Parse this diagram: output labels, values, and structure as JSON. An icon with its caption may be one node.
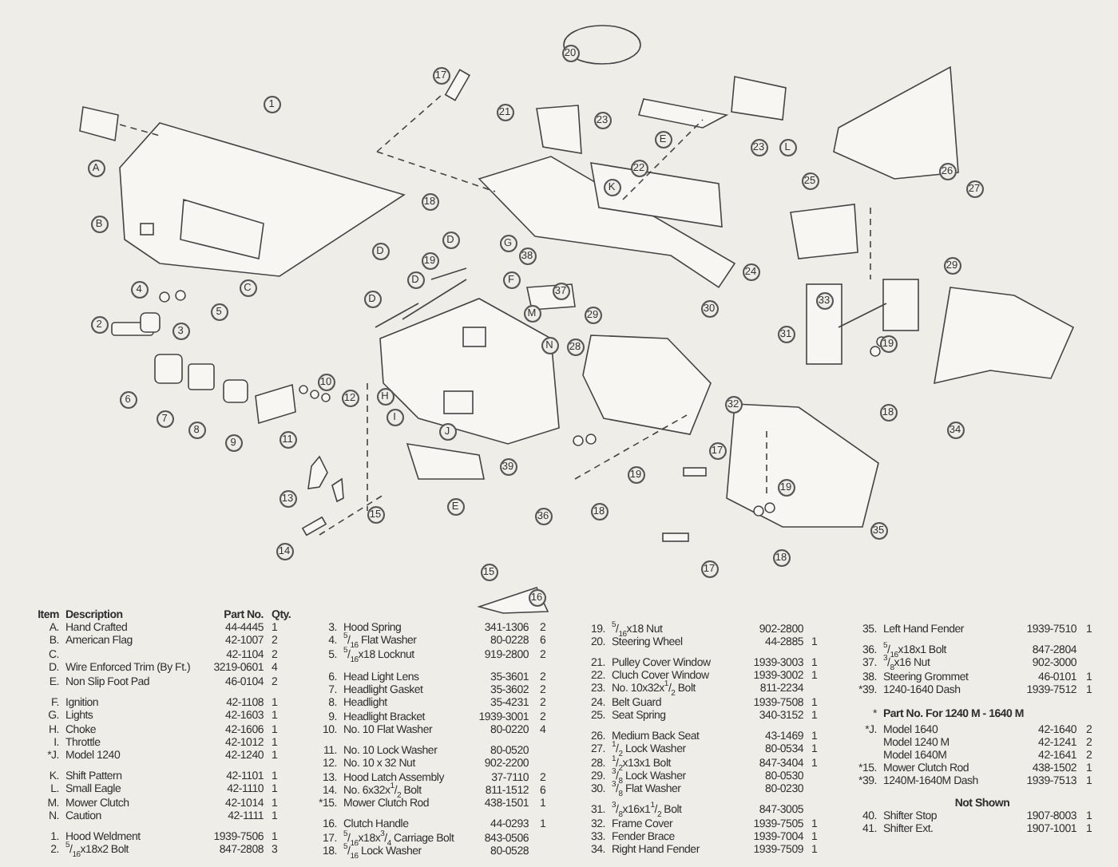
{
  "diagram": {
    "labels": [
      "17",
      "20",
      "1",
      "21",
      "23",
      "E",
      "23",
      "L",
      "A",
      "22",
      "26",
      "25",
      "K",
      "27",
      "18",
      "B",
      "D",
      "G",
      "19",
      "D",
      "38",
      "29",
      "24",
      "4",
      "C",
      "D",
      "F",
      "37",
      "5",
      "D",
      "M",
      "29",
      "30",
      "33",
      "2",
      "3",
      "31",
      "N",
      "28",
      "19",
      "6",
      "10",
      "12",
      "H",
      "32",
      "18",
      "7",
      "I",
      "8",
      "9",
      "11",
      "J",
      "34",
      "17",
      "39",
      "19",
      "19",
      "13",
      "E",
      "18",
      "15",
      "36",
      "35",
      "14",
      "18",
      "17",
      "15",
      "16",
      "Item",
      "Description",
      "Part No.",
      "Qty.",
      "A.",
      "Hand Crafted",
      "44-4445",
      "1",
      "B.",
      "American Flag",
      "42-1007",
      "2",
      "C.",
      "42-1104",
      "2",
      "D.",
      "Wire Enforced Trim (By Ft.)",
      "3219-0601",
      "4",
      "E.",
      "Non Slip Foot Pad",
      "46-0104",
      "2",
      "F.",
      "Ignition",
      "42-1108",
      "1",
      "G.",
      "Lights",
      "42-1603",
      "1",
      "H.",
      "Choke",
      "42-1606",
      "1",
      "I.",
      "Throttle",
      "42-1012",
      "1",
      "*J.",
      "Model 1240",
      "42-1240",
      "1",
      "K.",
      "Shift Pattern",
      "42-1101",
      "1",
      "L.",
      "Small Eagle",
      "42-1110",
      "1",
      "M.",
      "Mower Clutch",
      "42-1014",
      "1",
      "N.",
      "Caution",
      "42-1111",
      "1",
      "1.",
      "Hood Weldment",
      "1939-7506",
      "1",
      "2.",
      "$^{5}$/$_{16}$x18x2 Bolt",
      "847-2808",
      "3",
      "3.",
      "Hood Spring",
      "341-1306",
      "2",
      "4.",
      "$^{5}$/$_{16}$ Flat Washer",
      "80-0228",
      "6",
      "5.",
      "$^{5}$/$_{16}$x18 Locknut",
      "919-2800",
      "2",
      "6.",
      "Head Light Lens",
      "35-3601",
      "2",
      "7.",
      "Headlight Gasket",
      "35-3602",
      "2",
      "8.",
      "Headlight",
      "35-4231",
      "2",
      "9.",
      "Headlight Bracket",
      "1939-3001",
      "2",
      "10.",
      "No. 10 Flat Washer",
      "80-0220",
      "4",
      "11.",
      "No. 10 Lock Washer",
      "80-0520",
      "12.",
      "No. 10 x 32 Nut",
      "902-2200",
      "13.",
      "Hood Latch Assembly",
      "37-7110",
      "2",
      "14.",
      "No. 6x32x$^{1}$/$_{2}$ Bolt",
      "811-1512",
      "6",
      "*15.",
      "Mower Clutch Rod",
      "438-1501",
      "1",
      "16.",
      "Clutch Handle",
      "44-0293",
      "1",
      "17.",
      "$^{5}$/$_{16}$x18x$^{3}$/$_{4}$ Carriage Bolt",
      "843-0506",
      "18.",
      "$^{5}$/$_{16}$ Lock Washer",
      "80-0528",
      "19.",
      "$^{5}$/$_{16}$x18 Nut",
      "902-2800",
      "20.",
      "Steering Wheel",
      "44-2885",
      "1",
      "21.",
      "Pulley Cover Window",
      "1939-3003",
      "1",
      "22.",
      "Cluch Cover Window",
      "1939-3002",
      "1",
      "23.",
      "No. 10x32x$^{1}$/$_{2}$ Bolt",
      "811-2234",
      "24.",
      "Belt Guard",
      "1939-7508",
      "1",
      "25.",
      "Seat Spring",
      "340-3152",
      "1",
      "26.",
      "Medium Back Seat",
      "43-1469",
      "1",
      "27.",
      "$^{1}$/$_{2}$ Lock Washer",
      "80-0534",
      "1",
      "28.",
      "$^{1}$/$_{2}$x13x1 Bolt",
      "847-3404",
      "1",
      "29.",
      "$^{3}$/$_{8}$ Lock Washer",
      "80-0530",
      "30.",
      "$^{3}$/$_{8}$ Flat Washer",
      "80-0230",
      "31.",
      "$^{3}$/$_{8}$x16x1$^{1}$/$_{2}$ Bolt",
      "847-3005",
      "32.",
      "Frame Cover",
      "1939-7505",
      "1",
      "33.",
      "Fender Brace",
      "1939-7004",
      "1",
      "34.",
      "Right Hand Fender",
      "1939-7509",
      "1",
      "35.",
      "Left Hand Fender",
      "1939-7510",
      "1",
      "36.",
      "$^{5}$/$_{16}$x18x1 Bolt",
      "847-2804",
      "37.",
      "$^{3}$/$_{8}$x16 Nut",
      "902-3000",
      "38.",
      "Steering Grommet",
      "46-0101",
      "1",
      "*39.",
      "1240-1640 Dash",
      "1939-7512",
      "1",
      "*",
      "Part No. For 1240 M - 1640 M",
      "*J.",
      "Model 1640",
      "42-1640",
      "2",
      "Model 1240 M",
      "42-1241",
      "2",
      "Model 1640M",
      "42-1641",
      "2",
      "*15.",
      "Mower Clutch Rod",
      "438-1502",
      "1",
      "*39.",
      "1240M-1640M Dash",
      "1939-7513",
      "1",
      "Not Shown",
      "40.",
      "Shifter Stop",
      "1907-8003",
      "1",
      "41.",
      "Shifter Ext.",
      "1907-1001",
      "1"
    ]
  }
}
